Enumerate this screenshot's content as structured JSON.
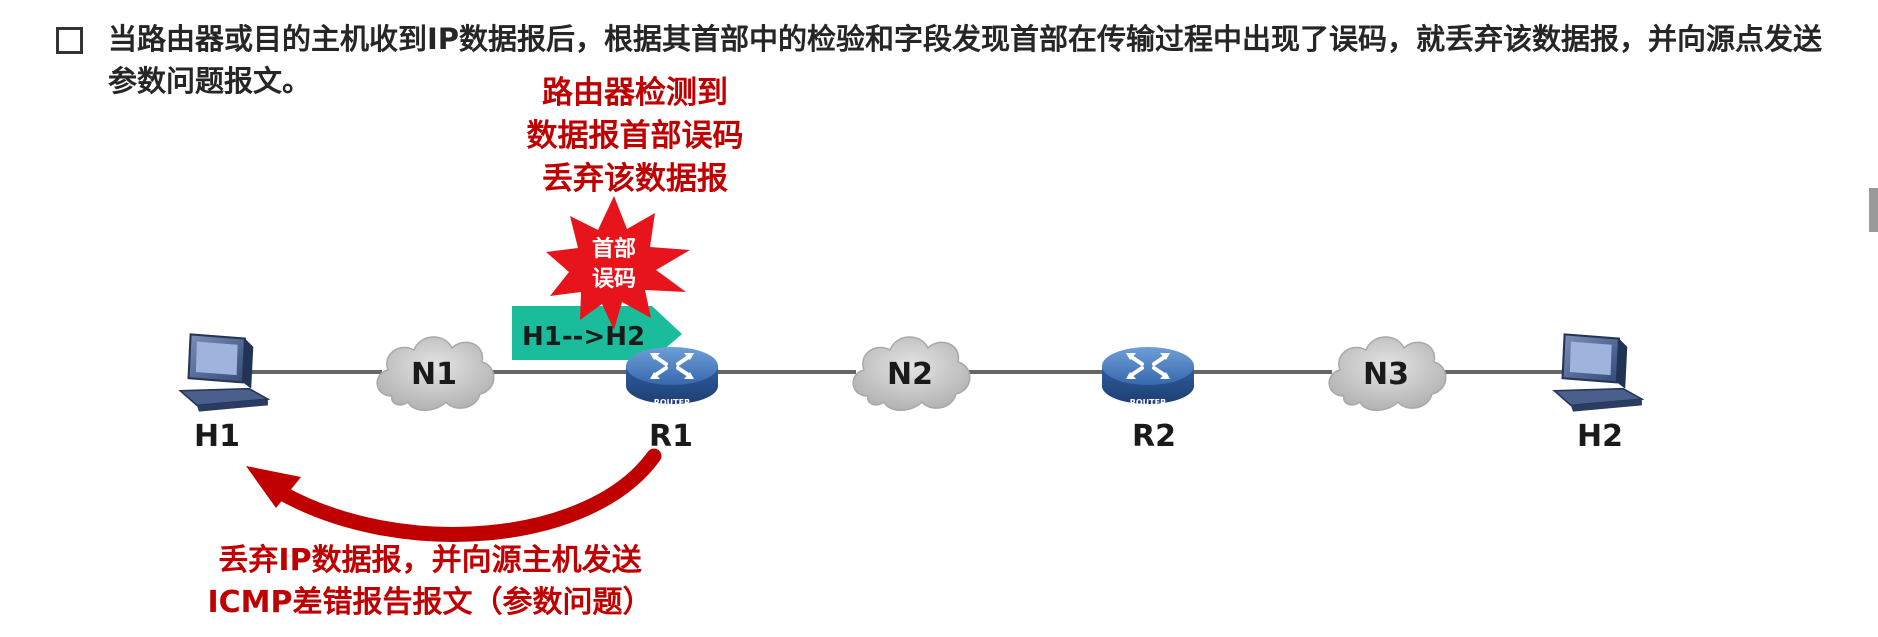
{
  "bullet": {
    "text": "当路由器或目的主机收到IP数据报后，根据其首部中的检验和字段发现首部在传输过程中出现了误码，就丢弃该数据报，并向源点发送参数问题报文。"
  },
  "annotation_top": [
    "路由器检测到",
    "数据报首部误码",
    "丢弃该数据报"
  ],
  "burst_label": [
    "首部",
    "误码"
  ],
  "packet_label": "H1-->H2",
  "nodes": {
    "h1": "H1",
    "n1": "N1",
    "r1": "R1",
    "n2": "N2",
    "r2": "R2",
    "n3": "N3",
    "h2": "H2"
  },
  "router_badge": "ROUTER",
  "annotation_bottom": [
    "丢弃IP数据报，并向源主机发送",
    "ICMP差错报告报文（参数问题）"
  ],
  "colors": {
    "accent_red": "#c00000",
    "packet_teal": "#1abc9c",
    "burst_red": "#e8141c",
    "router_blue": "#3d6fb0",
    "cloud_gray": "#bdbdbd",
    "link_gray": "#666666"
  }
}
